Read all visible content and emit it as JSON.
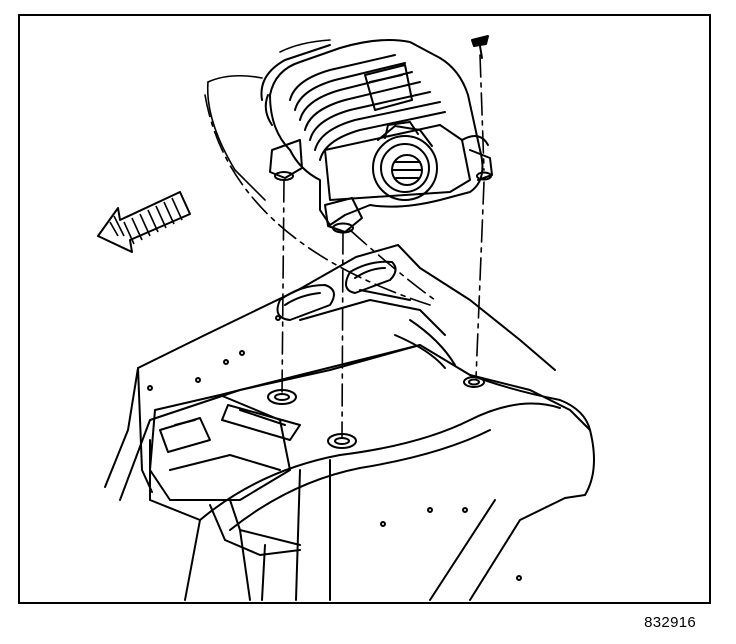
{
  "figure": {
    "id": "832916"
  },
  "parts": {
    "upper_component": "blower-housing",
    "lower_component": "console-body",
    "fasteners": "screw",
    "direction_arrow": "arrow-icon"
  },
  "colors": {
    "line": "#000000",
    "background": "#ffffff"
  }
}
